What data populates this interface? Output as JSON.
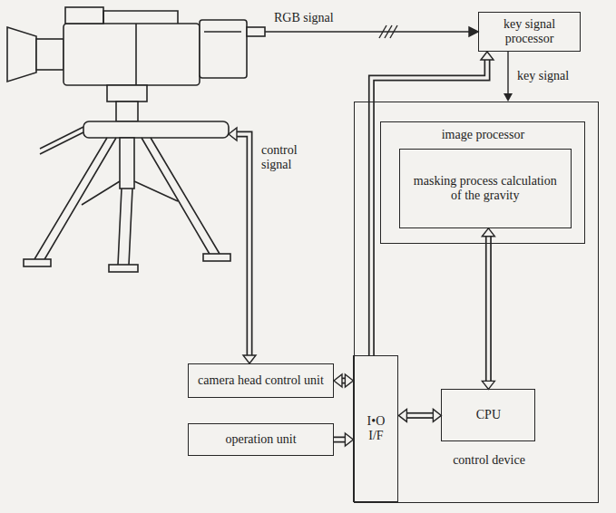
{
  "diagram": {
    "nodes": [
      {
        "text": [
          "key signal processor"
        ]
      },
      {
        "text": [
          "control device"
        ]
      },
      {
        "text": [
          "image processor"
        ],
        "in": 1
      },
      {
        "text": [
          "masking process calculation of the gravity"
        ],
        "in": 2
      },
      {
        "text": [
          "I•O I/F"
        ],
        "in": 1
      },
      {
        "text": [
          "CPU"
        ],
        "in": 1
      },
      {
        "text": [
          "camera head control unit"
        ]
      },
      {
        "text": [
          "operation unit"
        ]
      }
    ],
    "edges": [
      {
        "from": 0,
        "to": 1,
        "label": "key signal",
        "arrow": "to"
      },
      {
        "from": 4,
        "to": 0,
        "arrow": "to"
      },
      {
        "from": 6,
        "to": 4,
        "arrow": "both"
      },
      {
        "from": 7,
        "to": 4,
        "arrow": "to"
      },
      {
        "from": 4,
        "to": 5,
        "arrow": "both"
      },
      {
        "from": 3,
        "to": 5,
        "arrow": "both"
      }
    ],
    "labels": [
      "RGB signal",
      "control signal"
    ]
  }
}
